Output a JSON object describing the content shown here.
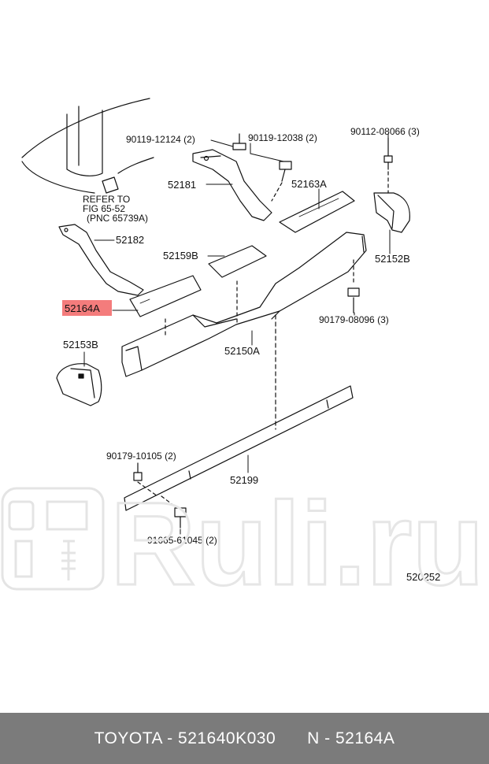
{
  "diagram": {
    "labels": {
      "p90119_12124": "90119-12124 (2)",
      "p90119_12038": "90119-12038 (2)",
      "p90112_08066": "90112-08066 (3)",
      "refer1": "REFER TO",
      "refer2": "FIG 65-52",
      "refer3": "(PNC 65739A)",
      "p52181": "52181",
      "p52163A": "52163A",
      "p52182": "52182",
      "p52159B": "52159B",
      "p52152B": "52152B",
      "p52164A": "52164A",
      "p90179_08096": "90179-08096 (3)",
      "p52153B": "52153B",
      "p52150A": "52150A",
      "p90179_10105": "90179-10105 (2)",
      "p52199": "52199",
      "p91665_61045": "91665-61045 (2)",
      "p520252": "520252"
    },
    "highlight_color": "#f47c7c",
    "watermark": "Ruli.ru"
  },
  "footer": {
    "left": "TOYOTA - 521640K030",
    "right": "N - 52164A"
  }
}
